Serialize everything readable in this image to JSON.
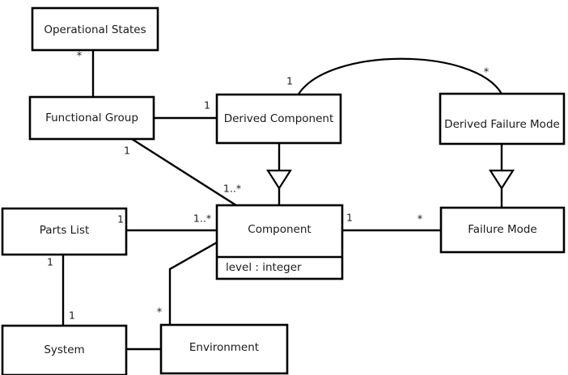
{
  "diagram": {
    "kind": "uml-class-diagram",
    "background_color": "#ffffff",
    "line_color": "#000000",
    "text_color": "#1a1a1a",
    "classes": [
      {
        "id": "operational-states",
        "name": "Operational States",
        "attributes": []
      },
      {
        "id": "functional-group",
        "name": "Functional Group",
        "attributes": []
      },
      {
        "id": "derived-component",
        "name": "Derived Component",
        "attributes": []
      },
      {
        "id": "derived-failure-mode",
        "name": "Derived Failure Mode",
        "attributes": []
      },
      {
        "id": "parts-list",
        "name": "Parts List",
        "attributes": []
      },
      {
        "id": "component",
        "name": "Component",
        "attributes": [
          "level : integer"
        ]
      },
      {
        "id": "failure-mode",
        "name": "Failure Mode",
        "attributes": []
      },
      {
        "id": "system",
        "name": "System",
        "attributes": []
      },
      {
        "id": "environment",
        "name": "Environment",
        "attributes": []
      }
    ],
    "attribute_labels": {
      "component_level": "level : integer"
    },
    "associations": [
      {
        "id": "opstates-funcgroup",
        "from": "operational-states",
        "to": "functional-group",
        "from_mult": "*",
        "to_mult": ""
      },
      {
        "id": "funcgroup-derivedcomp",
        "from": "functional-group",
        "to": "derived-component",
        "from_mult": "",
        "to_mult": "1"
      },
      {
        "id": "funcgroup-component",
        "from": "functional-group",
        "to": "component",
        "from_mult": "1",
        "to_mult": "1..*"
      },
      {
        "id": "derivedcomp-derivedfm",
        "from": "derived-component",
        "to": "derived-failure-mode",
        "from_mult": "1",
        "to_mult": "*"
      },
      {
        "id": "partslist-component",
        "from": "parts-list",
        "to": "component",
        "from_mult": "1",
        "to_mult": "1..*"
      },
      {
        "id": "component-failuremode",
        "from": "component",
        "to": "failure-mode",
        "from_mult": "1",
        "to_mult": "*"
      },
      {
        "id": "partslist-system",
        "from": "parts-list",
        "to": "system",
        "from_mult": "1",
        "to_mult": "1"
      },
      {
        "id": "component-environment",
        "from": "component",
        "to": "environment",
        "from_mult": "",
        "to_mult": "*"
      },
      {
        "id": "system-environment",
        "from": "system",
        "to": "environment",
        "from_mult": "",
        "to_mult": ""
      }
    ],
    "generalizations": [
      {
        "id": "component-to-derivedcomponent",
        "parent": "derived-component",
        "child": "component"
      },
      {
        "id": "failuremode-to-derivedfm",
        "parent": "derived-failure-mode",
        "child": "failure-mode"
      }
    ],
    "multiplicities": {
      "opstates_star": "*",
      "funcgroup_to_derivedcomp_1": "1",
      "funcgroup_diag_1": "1",
      "component_diag_1star": "1..*",
      "arc_left_1": "1",
      "arc_right_star": "*",
      "partslist_right_1": "1",
      "component_left_1star": "1..*",
      "component_right_1": "1",
      "failuremode_left_star": "*",
      "partslist_bottom_1": "1",
      "system_top_1": "1",
      "environment_star": "*"
    }
  }
}
